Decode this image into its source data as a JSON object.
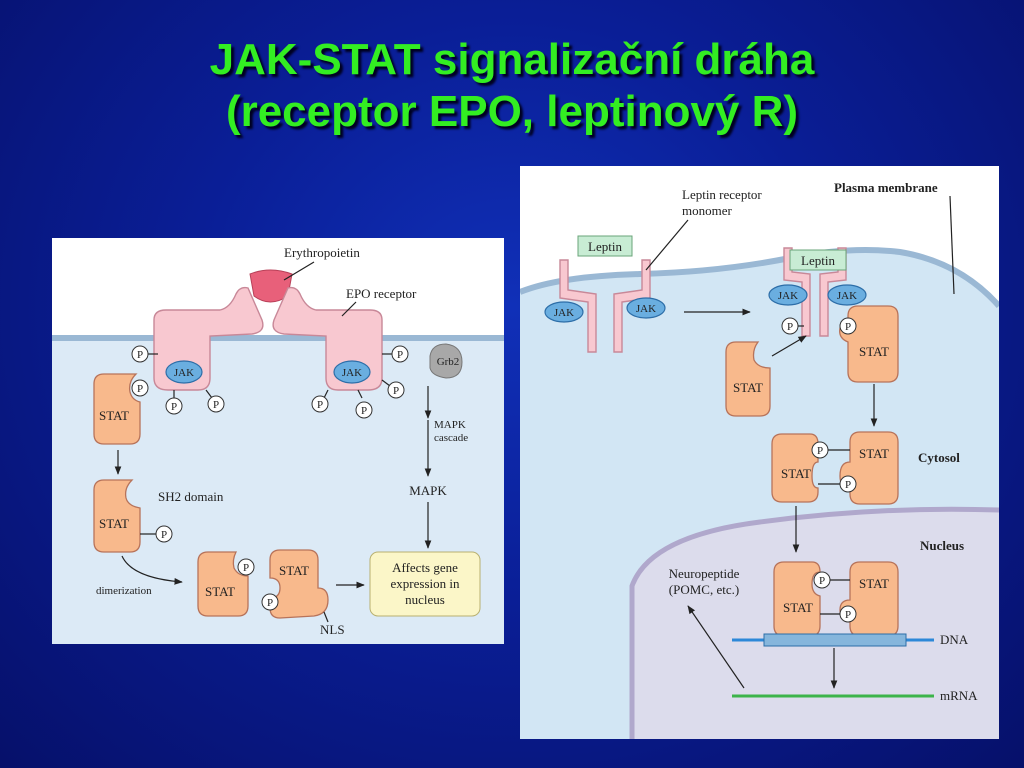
{
  "title": {
    "line1": "JAK-STAT signalizační dráha",
    "line2": "(receptor EPO, leptinový R)"
  },
  "left_diagram": {
    "erythropoietin": "Erythropoietin",
    "epo_receptor": "EPO receptor",
    "jak": "JAK",
    "p": "P",
    "stat": "STAT",
    "grb2": "Grb2",
    "mapk_cascade_1": "MAPK",
    "mapk_cascade_2": "cascade",
    "mapk": "MAPK",
    "sh2_domain": "SH2 domain",
    "dimerization": "dimerization",
    "nls": "NLS",
    "affects_1": "Affects gene",
    "affects_2": "expression in",
    "affects_3": "nucleus"
  },
  "right_diagram": {
    "leptin": "Leptin",
    "leptin_receptor_1": "Leptin receptor",
    "leptin_receptor_2": "monomer",
    "plasma_membrane": "Plasma membrane",
    "jak": "JAK",
    "p": "P",
    "stat": "STAT",
    "cytosol": "Cytosol",
    "nucleus": "Nucleus",
    "neuropeptide_1": "Neuropeptide",
    "neuropeptide_2": "(POMC, etc.)",
    "dna": "DNA",
    "mrna": "mRNA"
  },
  "colors": {
    "title": "#33ee22",
    "stat": "#f8b98c",
    "jak": "#6aaee0",
    "receptor": "#f8c8d0",
    "cytosol": "#d2e6f4",
    "nucleus": "#dcdcec",
    "dna": "#2c88d8",
    "mrna": "#3cb44a"
  }
}
